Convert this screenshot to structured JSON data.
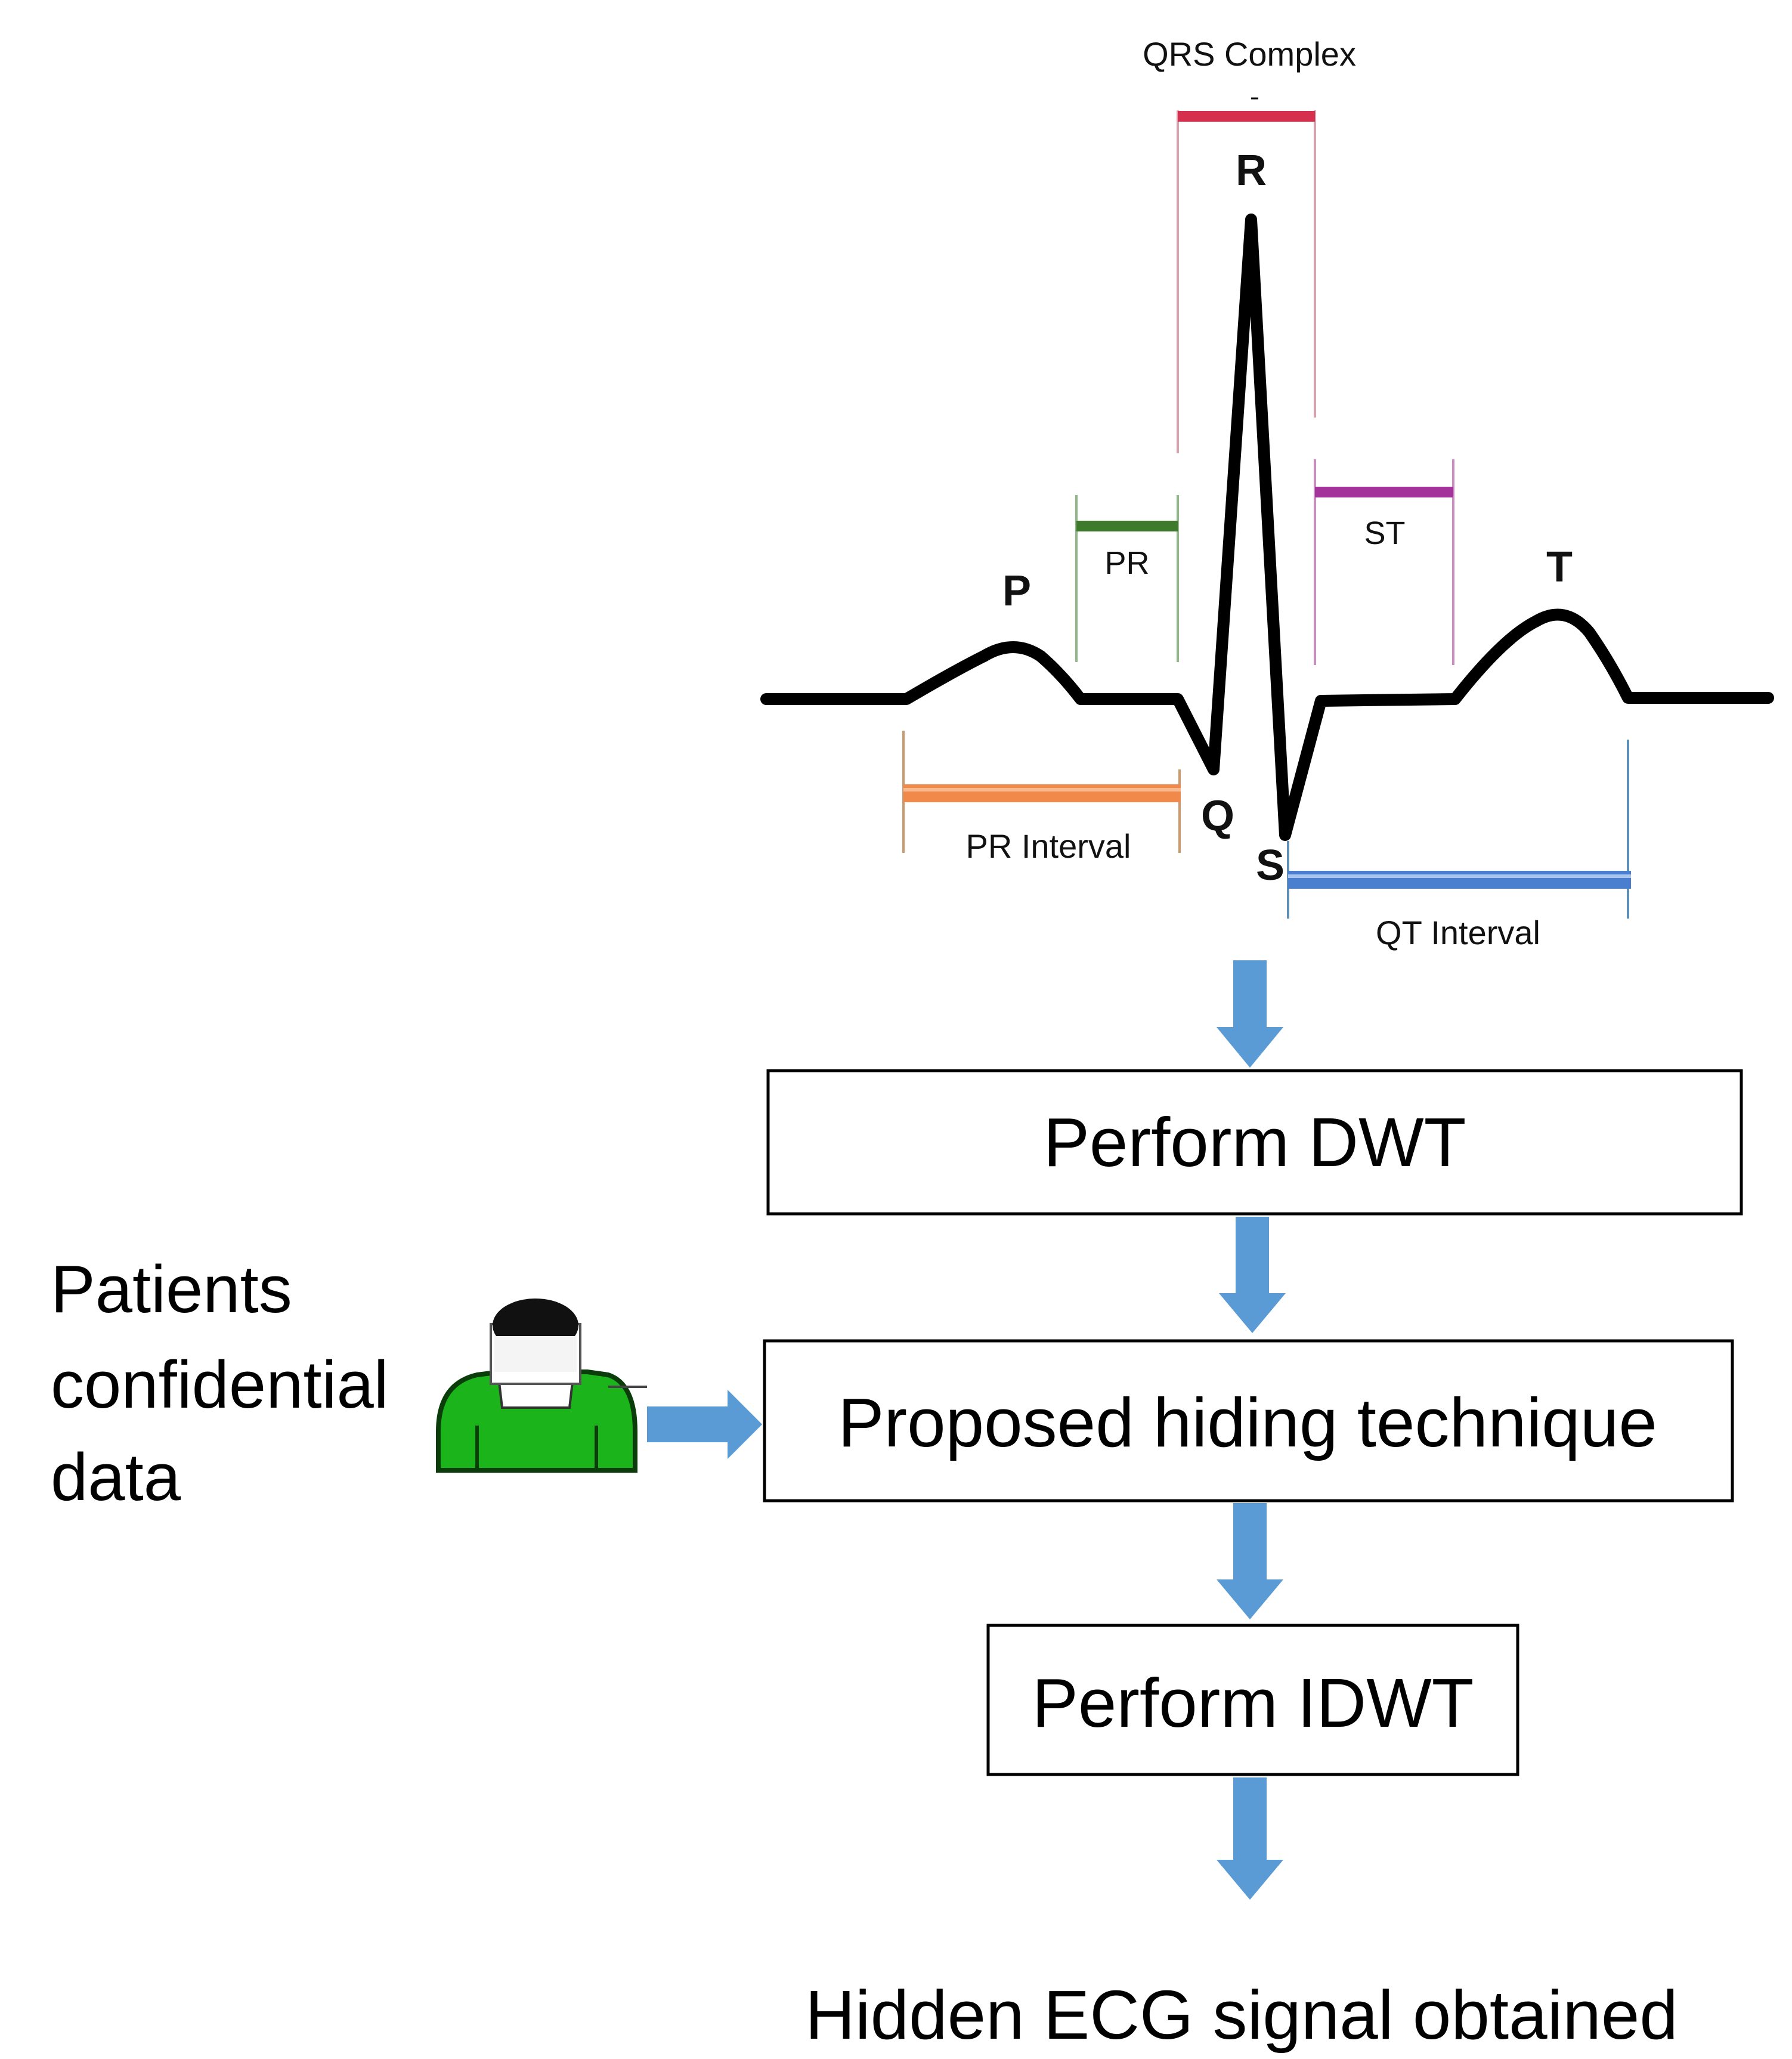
{
  "ecg": {
    "waves": {
      "p": "P",
      "q": "Q",
      "r": "R",
      "s": "S",
      "t": "T"
    },
    "segments": {
      "qrs_complex": "QRS Complex",
      "pr": "PR",
      "st": "ST",
      "pr_interval": "PR Interval",
      "qt_interval": "QT Interval"
    },
    "colors": {
      "trace": "#000000",
      "qrs": "#d6304f",
      "qrs_guides": "#d9a2ae",
      "pr": "#3e7a2b",
      "pr_guides": "#8fb887",
      "st": "#a4349b",
      "st_guides": "#c98cc3",
      "pr_interval": "#f0894a",
      "pr_interval_guides": "#c99a6e",
      "qt_interval": "#4a7fd0",
      "qt_interval_guides": "#5f8fb3"
    }
  },
  "flow": {
    "steps": {
      "dwt": "Perform DWT",
      "hiding": "Proposed hiding technique",
      "idwt": "Perform IDWT"
    },
    "result": "Hidden ECG signal obtained",
    "input_label": [
      "Patients",
      "confidential",
      "data"
    ],
    "arrow_color": "#5b9bd5",
    "patient_icon": "patient-icon"
  }
}
